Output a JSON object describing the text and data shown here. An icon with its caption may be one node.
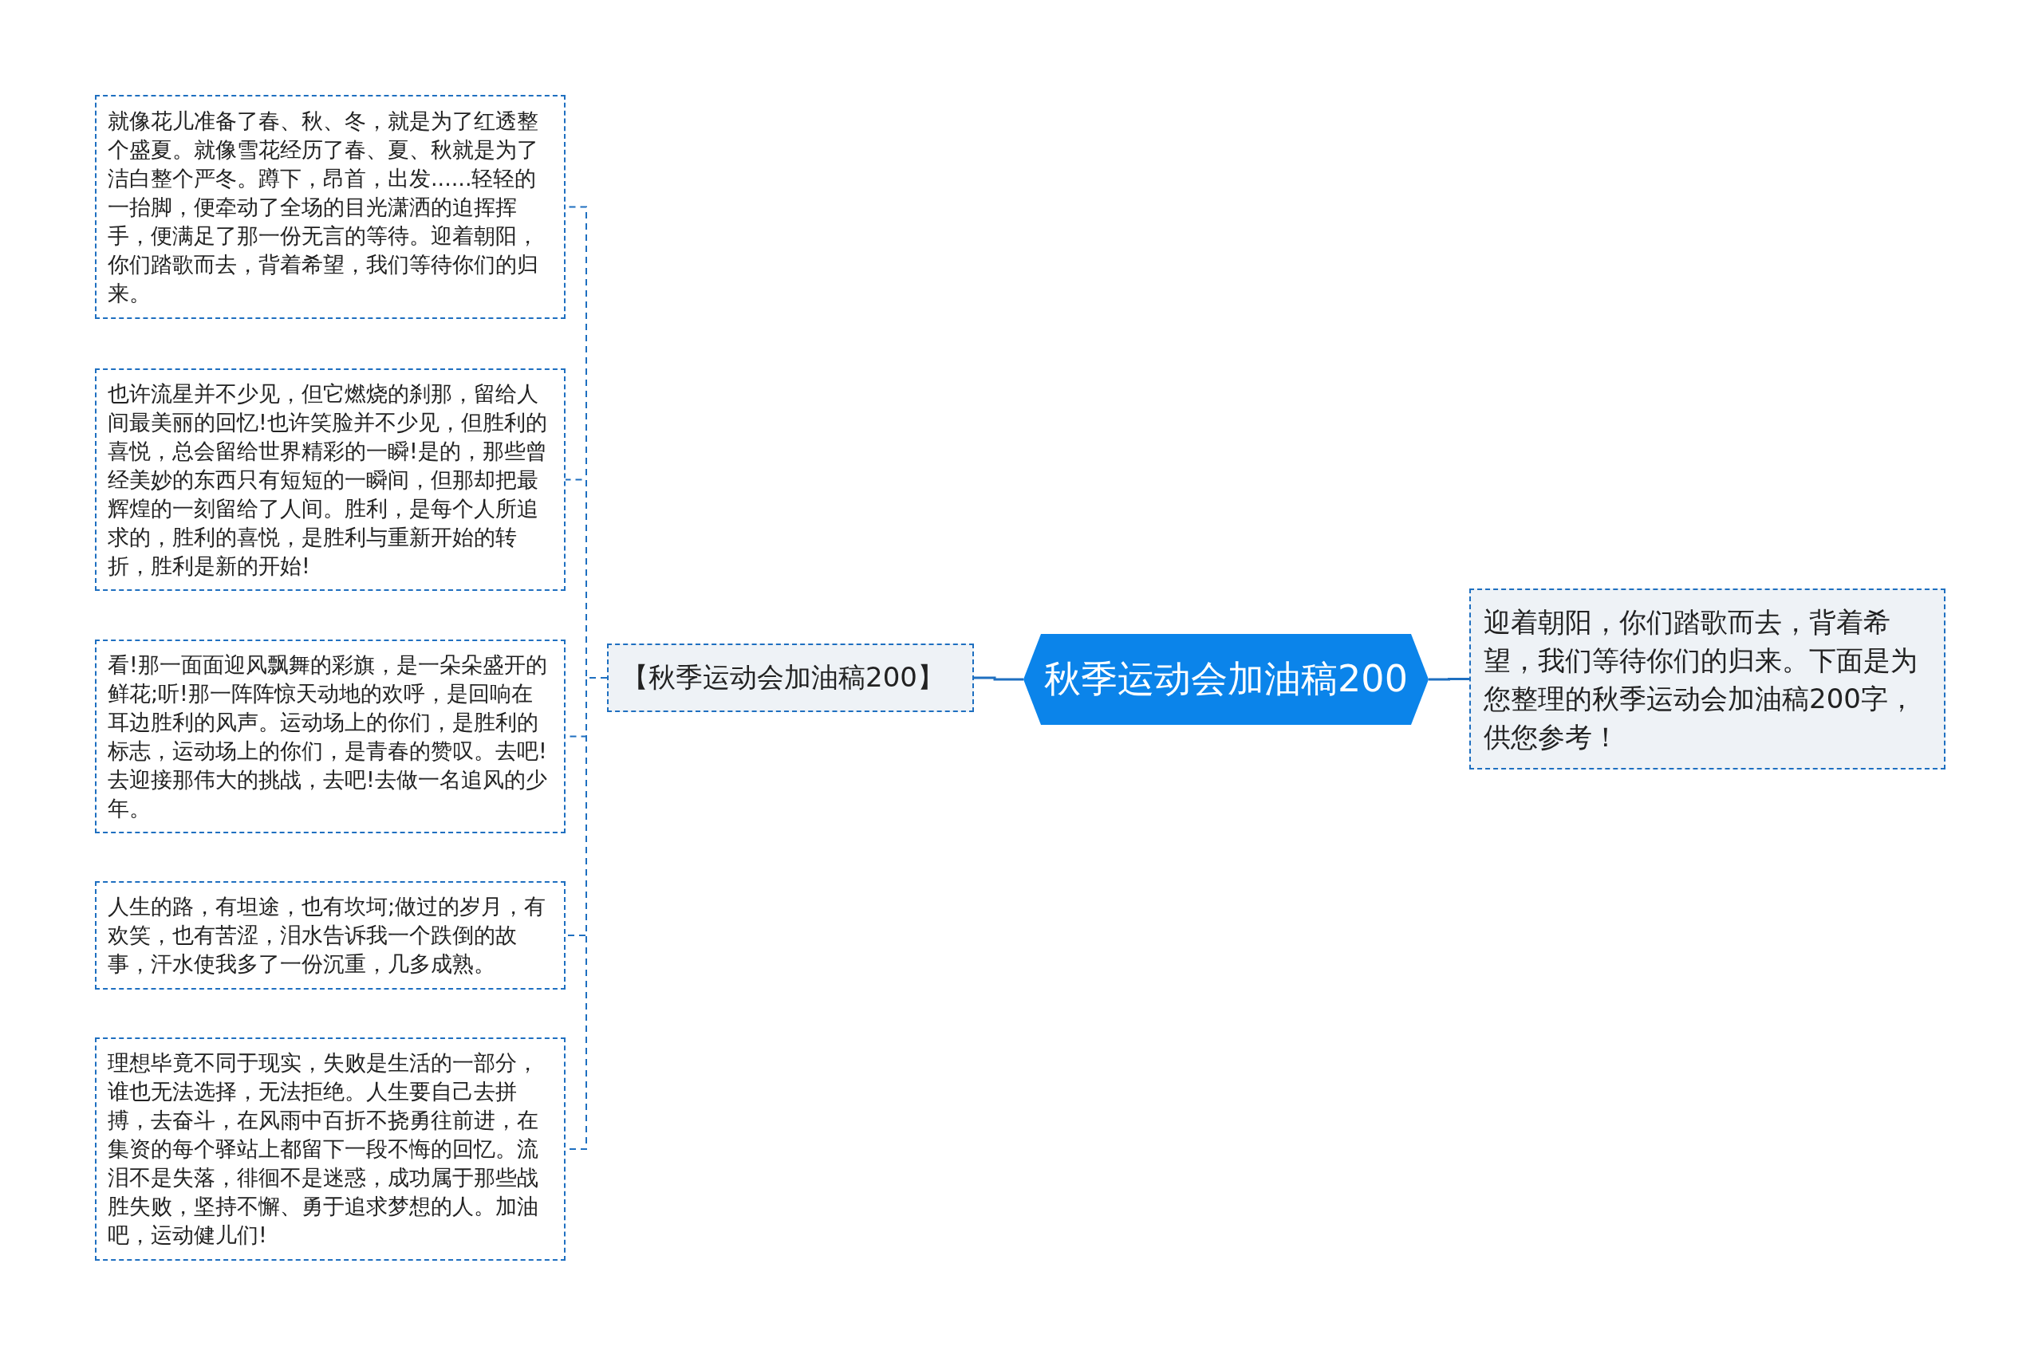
{
  "diagram": {
    "nodes": [
      {
        "text": [
          "秋季运动会加油稿200"
        ]
      },
      {
        "text": [
          "【秋季运动会加油稿200】"
        ]
      },
      {
        "text": [
          "就像花儿准备了春、秋、冬，就是为了红透整个盛夏。就像雪花经历了春、夏、秋就是为了洁白整个严冬。蹲下，昂首，出发......轻轻的一抬脚，便牵动了全场的目光潇洒的迫挥挥手，便满足了那一份无言的等待。迎着朝阳，你们踏歌而去，背着希望，我们等待你们的归来。"
        ]
      },
      {
        "text": [
          "也许流星并不少见，但它燃烧的刹那，留给人间最美丽的回忆!也许笑脸并不少见，但胜利的喜悦，总会留给世界精彩的一瞬!是的，那些曾经美妙的东西只有短短的一瞬间，但那却把最辉煌的一刻留给了人间。胜利，是每个人所追求的，胜利的喜悦，是胜利与重新开始的转折，胜利是新的开始!"
        ]
      },
      {
        "text": [
          "看!那一面面迎风飘舞的彩旗，是一朵朵盛开的鲜花;听!那一阵阵惊天动地的欢呼，是回响在耳边胜利的风声。运动场上的你们，是胜利的标志，运动场上的你们，是青春的赞叹。去吧!去迎接那伟大的挑战，去吧!去做一名追风的少年。"
        ]
      },
      {
        "text": [
          "人生的路，有坦途，也有坎坷;做过的岁月，有欢笑，也有苦涩，泪水告诉我一个跌倒的故事，汗水使我多了一份沉重，几多成熟。"
        ]
      },
      {
        "text": [
          "理想毕竟不同于现实，失败是生活的一部分，谁也无法选择，无法拒绝。人生要自己去拼搏，去奋斗，在风雨中百折不挠勇往前进，在集资的每个驿站上都留下一段不悔的回忆。流泪不是失落，徘徊不是迷惑，成功属于那些战胜失败，坚持不懈、勇于追求梦想的人。加油吧，运动健儿们!"
        ]
      },
      {
        "text": [
          "迎着朝阳，你们踏歌而去，背着希望，我们等待你们的归来。下面是为您整理的秋季运动会加油稿200字，供您参考！"
        ]
      }
    ],
    "edges": [
      {
        "from": 0,
        "to": 1,
        "arrow": "none"
      },
      {
        "from": 0,
        "to": 7,
        "arrow": "none"
      },
      {
        "from": 1,
        "to": 2,
        "arrow": "none",
        "style": "dashed"
      },
      {
        "from": 1,
        "to": 3,
        "arrow": "none",
        "style": "dashed"
      },
      {
        "from": 1,
        "to": 4,
        "arrow": "none",
        "style": "dashed"
      },
      {
        "from": 1,
        "to": 5,
        "arrow": "none",
        "style": "dashed"
      },
      {
        "from": 1,
        "to": 6,
        "arrow": "none",
        "style": "dashed"
      }
    ]
  }
}
